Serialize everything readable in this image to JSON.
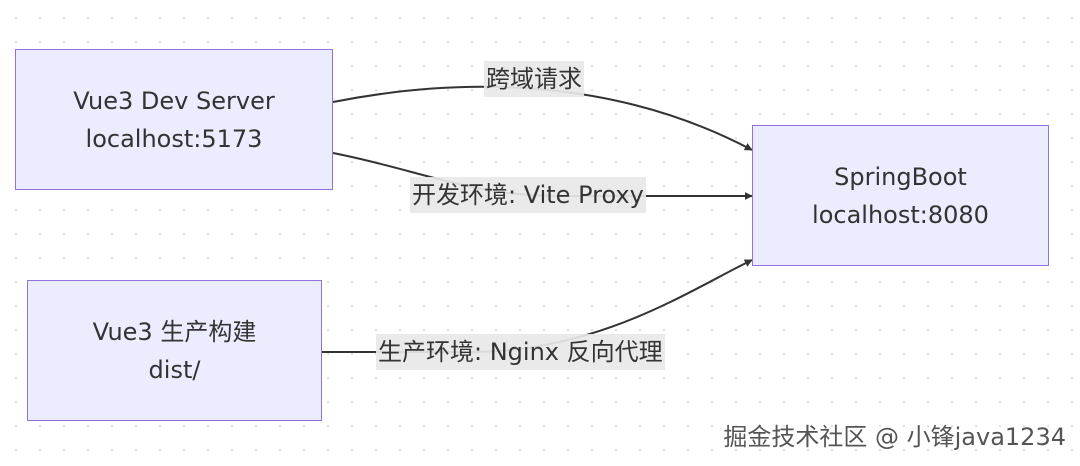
{
  "nodes": {
    "dev_server": {
      "line1": "Vue3 Dev Server",
      "line2": "localhost:5173"
    },
    "springboot": {
      "line1": "SpringBoot",
      "line2": "localhost:8080"
    },
    "prod_build": {
      "line1": "Vue3 生产构建",
      "line2": "dist/"
    }
  },
  "edges": {
    "cross_origin": "跨域请求",
    "dev_proxy": "开发环境: Vite Proxy",
    "prod_nginx": "生产环境: Nginx 反向代理"
  },
  "watermark": "掘金技术社区 @ 小锋java1234",
  "colors": {
    "node_fill": "#ececff",
    "node_border": "#9370db",
    "edge": "#333333",
    "label_bg": "#e8e8e8"
  }
}
